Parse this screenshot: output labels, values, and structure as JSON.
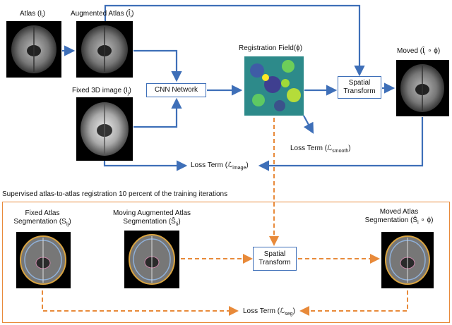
{
  "labels": {
    "atlas": "Atlas (I",
    "atlas_sub": "i",
    "augmented_atlas": "Augmented Atlas (Î",
    "augmented_atlas_sub": "i",
    "fixed_image": "Fixed 3D image (I",
    "fixed_image_sub": "j",
    "registration_field": "Registration Field(ϕ)",
    "moved": "Moved (Î",
    "moved_tail": " ∘ ϕ)",
    "moved_sub": "i",
    "loss_smooth": "Loss Term (ℒ",
    "loss_smooth_sub": "smooth",
    "loss_image": "Loss Term (ℒ",
    "loss_image_sub": "image",
    "supervised_caption": "Supervised atlas-to-atlas registration 10 percent of the training iterations",
    "fixed_seg_line1": "Fixed Atlas",
    "fixed_seg_line2": "Segmentation (S",
    "fixed_seg_sub": "Ij",
    "moving_seg_line1": "Moving Augmented Atlas",
    "moving_seg_line2": "Segmentation (Ŝ",
    "moving_seg_sub": "Ii",
    "moved_seg_line1": "Moved Atlas",
    "moved_seg_line2": "Segmentation (Ŝ",
    "moved_seg_sub": "i",
    "moved_seg_tail": " ∘ ϕ)",
    "loss_seg": "Loss Term (ℒ",
    "loss_seg_sub": "seg"
  },
  "boxes": {
    "cnn": "CNN Network",
    "spatial_top_line1": "Spatial",
    "spatial_top_line2": "Transform",
    "spatial_bottom_line1": "Spatial",
    "spatial_bottom_line2": "Transform"
  },
  "colors": {
    "blue_arrow": "#3e6fb8",
    "orange_arrow": "#e88a3a",
    "brain_bg": "#000000"
  }
}
